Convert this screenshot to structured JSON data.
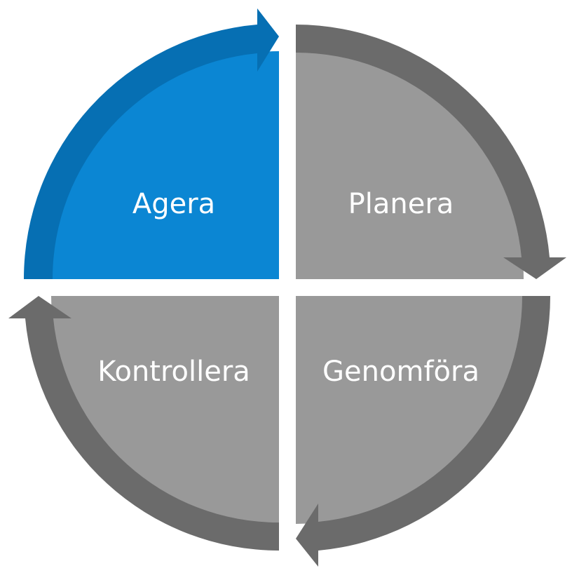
{
  "diagram": {
    "quadrants": [
      {
        "id": "agera",
        "label": "Agera",
        "color": "#0b86d3",
        "arrow_color": "#066fb3",
        "active": true
      },
      {
        "id": "planera",
        "label": "Planera",
        "color": "#999999",
        "arrow_color": "#6b6b6b",
        "active": false
      },
      {
        "id": "genomfora",
        "label": "Genomföra",
        "color": "#999999",
        "arrow_color": "#6b6b6b",
        "active": false
      },
      {
        "id": "kontrollera",
        "label": "Kontrollera",
        "color": "#999999",
        "arrow_color": "#6b6b6b",
        "active": false
      }
    ]
  }
}
